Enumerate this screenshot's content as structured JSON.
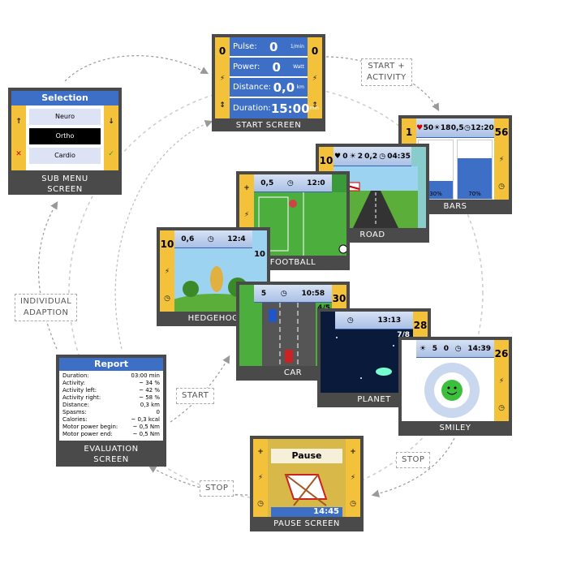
{
  "start_screen": {
    "caption": "START SCREEN",
    "rows": [
      {
        "label": "Pulse:",
        "value": "0",
        "unit": "1/min"
      },
      {
        "label": "Power:",
        "value": "0",
        "unit": "Watt"
      },
      {
        "label": "Distance:",
        "value": "0,0",
        "unit": "km"
      },
      {
        "label": "Duration:",
        "value": "15:00",
        "unit": "min"
      }
    ],
    "left_num": "0",
    "right_num": "0"
  },
  "sub_menu": {
    "caption_line1": "SUB MENU",
    "caption_line2": "SCREEN",
    "title": "Selection",
    "options": [
      "Neuro",
      "Ortho",
      "Cardio"
    ]
  },
  "bars_screen": {
    "caption": "BARS",
    "top_a": "50",
    "top_b": "18",
    "top_c": "0,5",
    "top_d": "12:20",
    "left_pct": "30%",
    "right_pct": "70%",
    "left_num": "1",
    "right_num": "56"
  },
  "road_screen": {
    "caption": "ROAD",
    "top_a": "0",
    "top_b": "2",
    "top_c": "0,2",
    "top_d": "04:35",
    "left_num": "10"
  },
  "football_screen": {
    "caption": "FOOTBALL",
    "top_a": "0,5",
    "top_b": "12:0"
  },
  "hedgehog_screen": {
    "caption": "HEDGEHOG",
    "top_a": "0,6",
    "top_b": "12:4",
    "left_num": "10",
    "right_num": "10"
  },
  "car_screen": {
    "caption": "CAR",
    "top_a": "5",
    "top_b": "10:58",
    "score": "4/5",
    "right_num": "30"
  },
  "planet_screen": {
    "caption": "PLANET",
    "top_a": "13:13",
    "score": "7/8",
    "right_num": "28"
  },
  "smiley_screen": {
    "caption": "SMILEY",
    "top_a": "5",
    "top_b": "0",
    "top_c": "14:39",
    "right_num": "26"
  },
  "pause_screen": {
    "caption": "PAUSE SCREEN",
    "title": "Pause",
    "bottom_value": "14:45"
  },
  "evaluation": {
    "caption_line1": "EVALUATION",
    "caption_line2": "SCREEN",
    "title": "Report",
    "rows": [
      {
        "label": "Duration:",
        "value": "03:00 min"
      },
      {
        "label": "Activity:",
        "value": "~ 34 %"
      },
      {
        "label": "Activity left:",
        "value": "~ 42 %"
      },
      {
        "label": "Activity right:",
        "value": "~ 58 %"
      },
      {
        "label": "Distance:",
        "value": "0,3 km"
      },
      {
        "label": "Spasms:",
        "value": "0"
      },
      {
        "label": "Calories:",
        "value": "~ 0,3 kcal"
      },
      {
        "label": "Motor power begin:",
        "value": "~ 0,5 Nm"
      },
      {
        "label": "Motor power end:",
        "value": "~ 0,5 Nm"
      }
    ]
  },
  "labels": {
    "start_activity_line1": "START +",
    "start_activity_line2": "ACTIVITY",
    "individual_line1": "INDIVIDUAL",
    "individual_line2": "ADAPTION",
    "start": "START",
    "stop_right": "STOP",
    "stop_left": "STOP"
  },
  "colors": {
    "frame": "#4a4a4a",
    "side": "#f3c13a",
    "blue": "#3d6fc6"
  }
}
